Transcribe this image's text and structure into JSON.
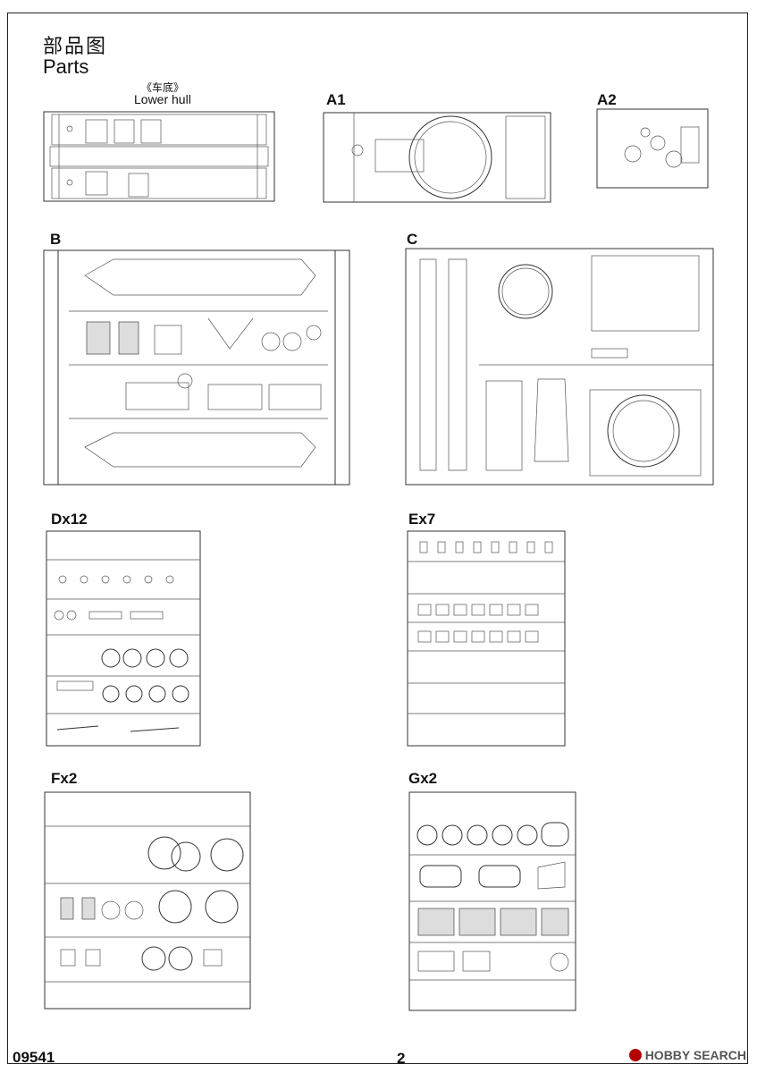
{
  "header": {
    "title_cn": "部品图",
    "title_en": "Parts",
    "lower_hull_cn": "《车底》",
    "lower_hull_en": "Lower hull"
  },
  "sprues": {
    "a1": "A1",
    "a2": "A2",
    "b": "B",
    "c": "C",
    "d": "Dx12",
    "e": "Ex7",
    "f": "Fx2",
    "g": "Gx2"
  },
  "footer": {
    "code": "09541",
    "page": "2",
    "brand": "HOBBY SEARCH"
  }
}
